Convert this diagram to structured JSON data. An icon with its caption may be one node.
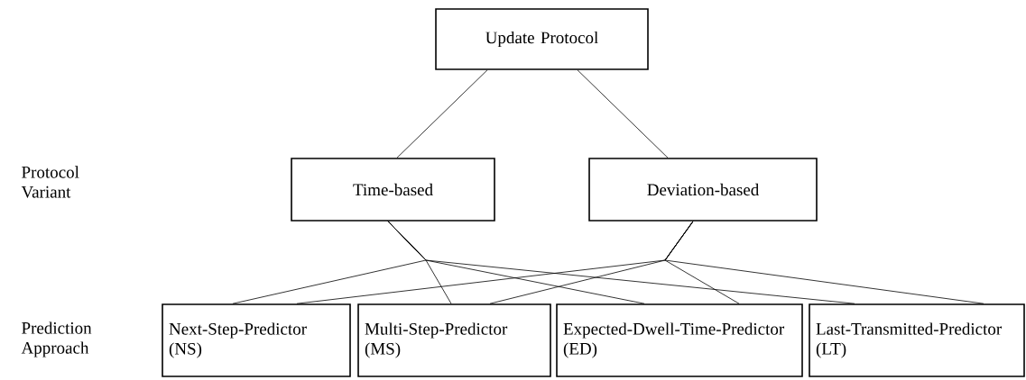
{
  "diagram": {
    "nodes": [
      {
        "text": [
          "Update Protocol"
        ]
      },
      {
        "text": [
          "Time-based"
        ]
      },
      {
        "text": [
          "Deviation-based"
        ]
      },
      {
        "text": [
          "Next-Step-Predictor (NS)"
        ]
      },
      {
        "text": [
          "Multi-Step-Predictor (MS)"
        ]
      },
      {
        "text": [
          "Expected-Dwell-Time-Predictor (ED)"
        ]
      },
      {
        "text": [
          "Last-Transmitted-Predictor (LT)"
        ]
      }
    ],
    "edges": [
      {
        "from": 0,
        "to": 1,
        "arrow": "none"
      },
      {
        "from": 0,
        "to": 2,
        "arrow": "none"
      },
      {
        "from": 1,
        "to": 3,
        "arrow": "none"
      },
      {
        "from": 1,
        "to": 4,
        "arrow": "none"
      },
      {
        "from": 1,
        "to": 5,
        "arrow": "none"
      },
      {
        "from": 1,
        "to": 6,
        "arrow": "none"
      },
      {
        "from": 2,
        "to": 3,
        "arrow": "none"
      },
      {
        "from": 2,
        "to": 4,
        "arrow": "none"
      },
      {
        "from": 2,
        "to": 5,
        "arrow": "none"
      },
      {
        "from": 2,
        "to": 6,
        "arrow": "none"
      }
    ],
    "labels": [
      "Protocol Variant",
      "Prediction Approach"
    ]
  }
}
